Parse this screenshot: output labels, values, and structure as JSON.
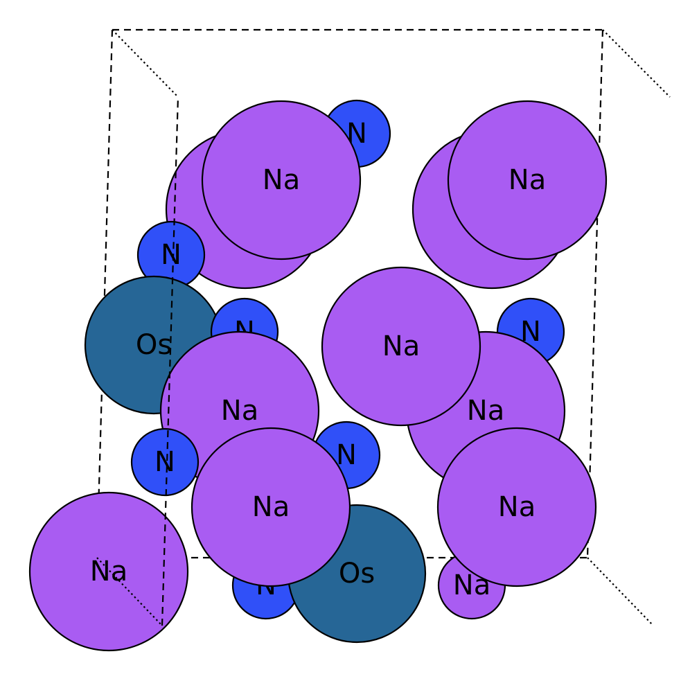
{
  "colors": {
    "Na": "#a95cf2",
    "N": "#3050f8",
    "Os": "#266696",
    "outline": "#000000",
    "background": "#ffffff"
  },
  "labels": {
    "Na": "Na",
    "N": "N",
    "Os": "Os"
  },
  "atoms": [
    {
      "element": "Na"
    },
    {
      "element": "N"
    },
    {
      "element": "Na"
    },
    {
      "element": "Na"
    },
    {
      "element": "Na"
    },
    {
      "element": "N"
    },
    {
      "element": "Os"
    },
    {
      "element": "N"
    },
    {
      "element": "Na"
    },
    {
      "element": "N"
    },
    {
      "element": "Na"
    },
    {
      "element": "Na"
    },
    {
      "element": "N"
    },
    {
      "element": "N"
    },
    {
      "element": "N"
    },
    {
      "element": "Os"
    },
    {
      "element": "Na"
    },
    {
      "element": "Na"
    },
    {
      "element": "Na"
    }
  ]
}
